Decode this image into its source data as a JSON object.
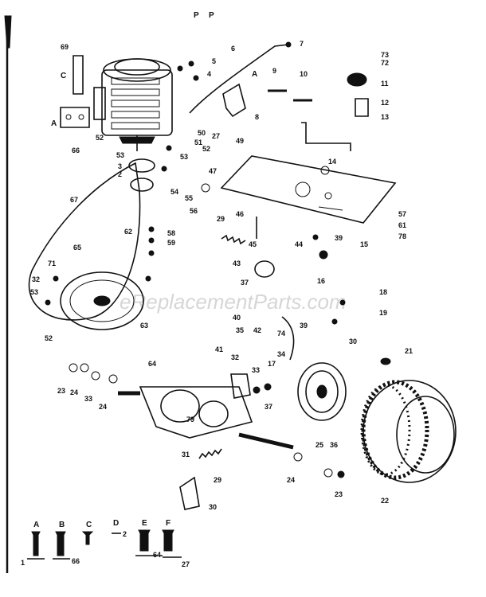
{
  "watermark": "eReplacementParts.com",
  "callouts": [
    {
      "id": "p-a",
      "label": "P"
    },
    {
      "id": "p-b",
      "label": "P"
    },
    {
      "id": "c6",
      "label": "6"
    },
    {
      "id": "c7",
      "label": "7"
    },
    {
      "id": "c73",
      "label": "73"
    },
    {
      "id": "c72",
      "label": "72"
    },
    {
      "id": "c69",
      "label": "69"
    },
    {
      "id": "cC",
      "label": "C"
    },
    {
      "id": "c5",
      "label": "5"
    },
    {
      "id": "c4",
      "label": "4"
    },
    {
      "id": "cA1",
      "label": "A"
    },
    {
      "id": "c10",
      "label": "10"
    },
    {
      "id": "c11",
      "label": "11"
    },
    {
      "id": "c9",
      "label": "9"
    },
    {
      "id": "c12",
      "label": "12"
    },
    {
      "id": "c13",
      "label": "13"
    },
    {
      "id": "c8",
      "label": "8"
    },
    {
      "id": "cA2",
      "label": "A"
    },
    {
      "id": "c66",
      "label": "66"
    },
    {
      "id": "c52a",
      "label": "52"
    },
    {
      "id": "c50",
      "label": "50"
    },
    {
      "id": "c51",
      "label": "51"
    },
    {
      "id": "c52b",
      "label": "52"
    },
    {
      "id": "c27",
      "label": "27"
    },
    {
      "id": "c49",
      "label": "49"
    },
    {
      "id": "c53a",
      "label": "53"
    },
    {
      "id": "c53b",
      "label": "53"
    },
    {
      "id": "c2a",
      "label": "2"
    },
    {
      "id": "c3a",
      "label": "3"
    },
    {
      "id": "c14",
      "label": "14"
    },
    {
      "id": "c47",
      "label": "47"
    },
    {
      "id": "c54",
      "label": "54"
    },
    {
      "id": "c55",
      "label": "55"
    },
    {
      "id": "c56",
      "label": "56"
    },
    {
      "id": "c67",
      "label": "67"
    },
    {
      "id": "c29",
      "label": "29"
    },
    {
      "id": "c46",
      "label": "46"
    },
    {
      "id": "c57",
      "label": "57"
    },
    {
      "id": "c61",
      "label": "61"
    },
    {
      "id": "c78",
      "label": "78"
    },
    {
      "id": "c62",
      "label": "62"
    },
    {
      "id": "c58",
      "label": "58"
    },
    {
      "id": "c59",
      "label": "59"
    },
    {
      "id": "c45",
      "label": "45"
    },
    {
      "id": "c44",
      "label": "44"
    },
    {
      "id": "c39a",
      "label": "39"
    },
    {
      "id": "c15",
      "label": "15"
    },
    {
      "id": "c65",
      "label": "65"
    },
    {
      "id": "c43",
      "label": "43"
    },
    {
      "id": "c16",
      "label": "16"
    },
    {
      "id": "c71",
      "label": "71"
    },
    {
      "id": "c32a",
      "label": "32"
    },
    {
      "id": "c53c",
      "label": "53"
    },
    {
      "id": "c37a",
      "label": "37"
    },
    {
      "id": "c18",
      "label": "18"
    },
    {
      "id": "c19",
      "label": "19"
    },
    {
      "id": "c40",
      "label": "40"
    },
    {
      "id": "c35",
      "label": "35"
    },
    {
      "id": "c42",
      "label": "42"
    },
    {
      "id": "c74",
      "label": "74"
    },
    {
      "id": "c39b",
      "label": "39"
    },
    {
      "id": "c30a",
      "label": "30"
    },
    {
      "id": "c52c",
      "label": "52"
    },
    {
      "id": "c63",
      "label": "63"
    },
    {
      "id": "c41",
      "label": "41"
    },
    {
      "id": "c34",
      "label": "34"
    },
    {
      "id": "c21",
      "label": "21"
    },
    {
      "id": "c64",
      "label": "64"
    },
    {
      "id": "c32b",
      "label": "32"
    },
    {
      "id": "c33a",
      "label": "33"
    },
    {
      "id": "c17",
      "label": "17"
    },
    {
      "id": "c23a",
      "label": "23"
    },
    {
      "id": "c24a",
      "label": "24"
    },
    {
      "id": "c33b",
      "label": "33"
    },
    {
      "id": "c24b",
      "label": "24"
    },
    {
      "id": "c37b",
      "label": "37"
    },
    {
      "id": "c79",
      "label": "79"
    },
    {
      "id": "c36",
      "label": "36"
    },
    {
      "id": "c31",
      "label": "31"
    },
    {
      "id": "c25",
      "label": "25"
    },
    {
      "id": "c24c",
      "label": "24"
    },
    {
      "id": "c23b",
      "label": "23"
    },
    {
      "id": "c22",
      "label": "22"
    },
    {
      "id": "c29b",
      "label": "29"
    },
    {
      "id": "c30b",
      "label": "30"
    }
  ],
  "legend": [
    {
      "letter": "A",
      "num": "1"
    },
    {
      "letter": "B",
      "num": "66"
    },
    {
      "letter": "C",
      "num": ""
    },
    {
      "letter": "D",
      "num": "2"
    },
    {
      "letter": "E",
      "num": "64"
    },
    {
      "letter": "F",
      "num": "27"
    }
  ]
}
